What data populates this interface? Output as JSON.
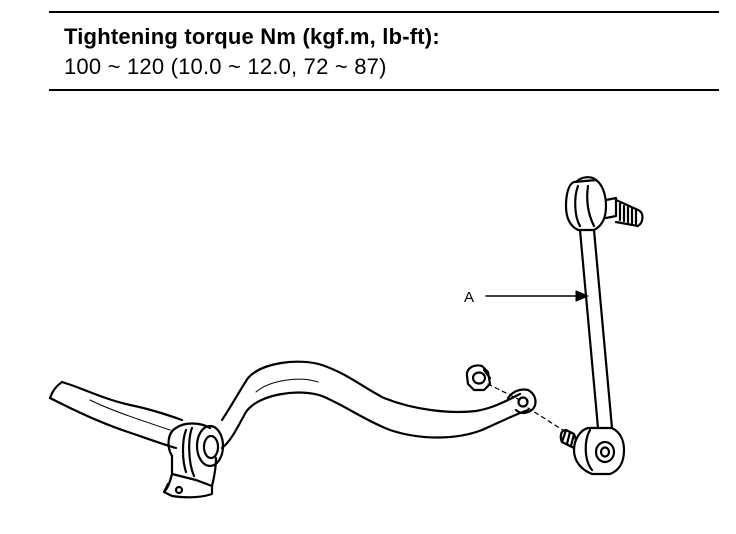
{
  "spec": {
    "title": "Tightening torque Nm (kgf.m, lb-ft):",
    "value": "100 ~ 120 (10.0 ~ 12.0, 72 ~ 87)"
  },
  "diagram": {
    "callout_label": "A"
  }
}
